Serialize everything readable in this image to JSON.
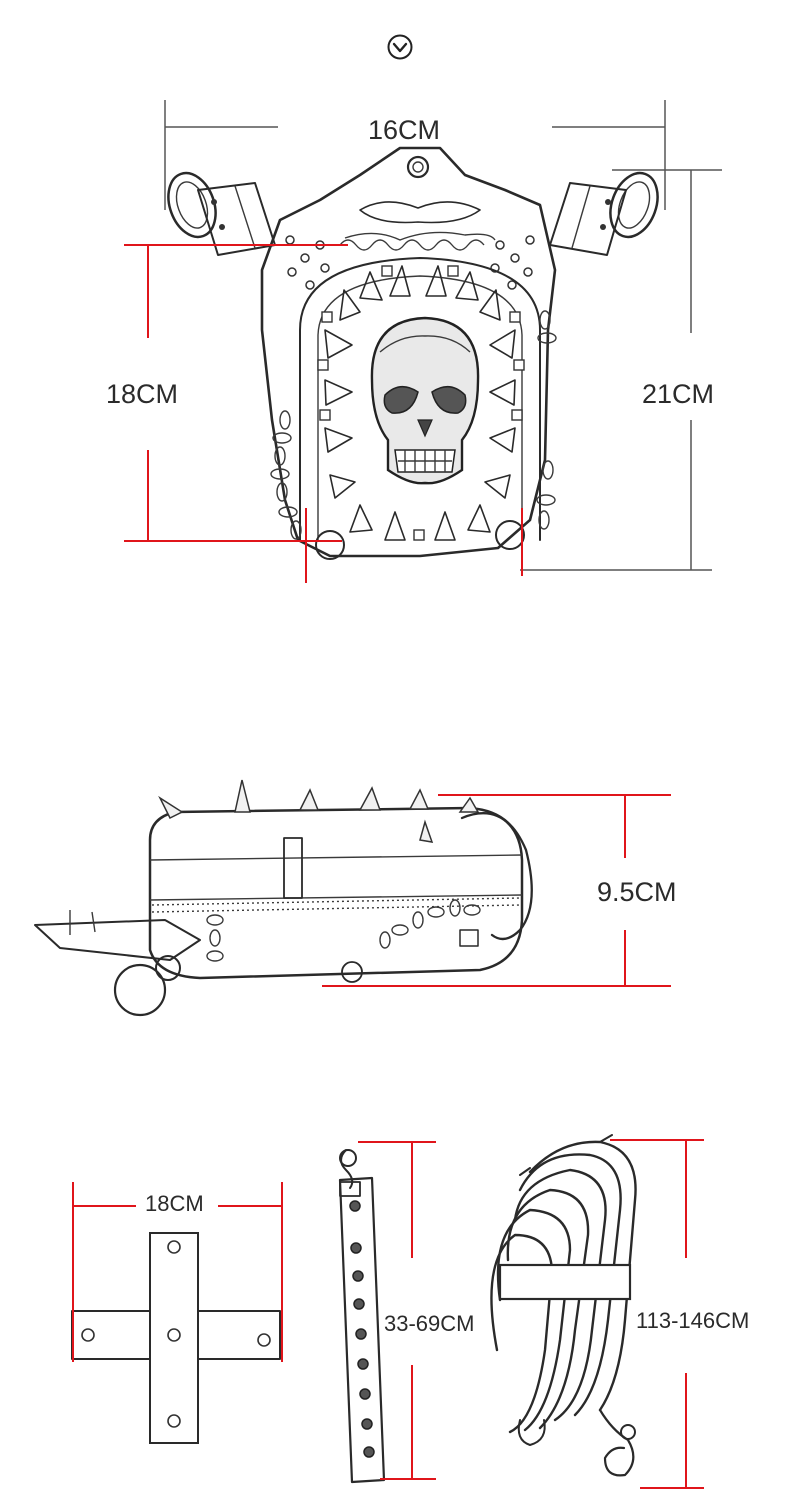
{
  "colors": {
    "dimension_red": "#e0151b",
    "dimension_gray": "#555555",
    "ink": "#2a2a2a",
    "background": "#ffffff"
  },
  "icons": {
    "top": "chevron-down-circle-icon"
  },
  "dimensions": {
    "bag_width": "16CM",
    "bag_body_height": "18CM",
    "bag_total_height": "21CM",
    "bag_depth": "9.5CM",
    "belt_width": "18CM",
    "leg_strap_length": "33-69CM",
    "shoulder_strap_length": "113-146CM"
  }
}
